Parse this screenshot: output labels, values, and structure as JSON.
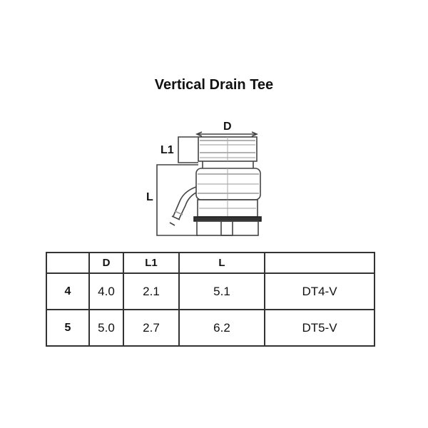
{
  "title": "Vertical Drain Tee",
  "diagram": {
    "labels": {
      "d": "D",
      "l1": "L1",
      "l": "L"
    }
  },
  "table": {
    "headers": [
      "",
      "D",
      "L1",
      "L",
      ""
    ],
    "rows": [
      {
        "size": "4",
        "d": "4.0",
        "l1": "2.1",
        "l": "5.1",
        "part": "DT4-V"
      },
      {
        "size": "5",
        "d": "5.0",
        "l1": "2.7",
        "l": "6.2",
        "part": "DT5-V"
      }
    ]
  }
}
